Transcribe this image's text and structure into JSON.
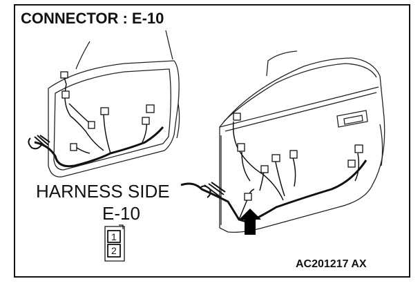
{
  "title": "CONNECTOR : E-10",
  "harness_side_label": "HARNESS SIDE",
  "connector_label": "E-10",
  "connector_pins": [
    "1",
    "2"
  ],
  "figure_id": "AC201217 AX"
}
